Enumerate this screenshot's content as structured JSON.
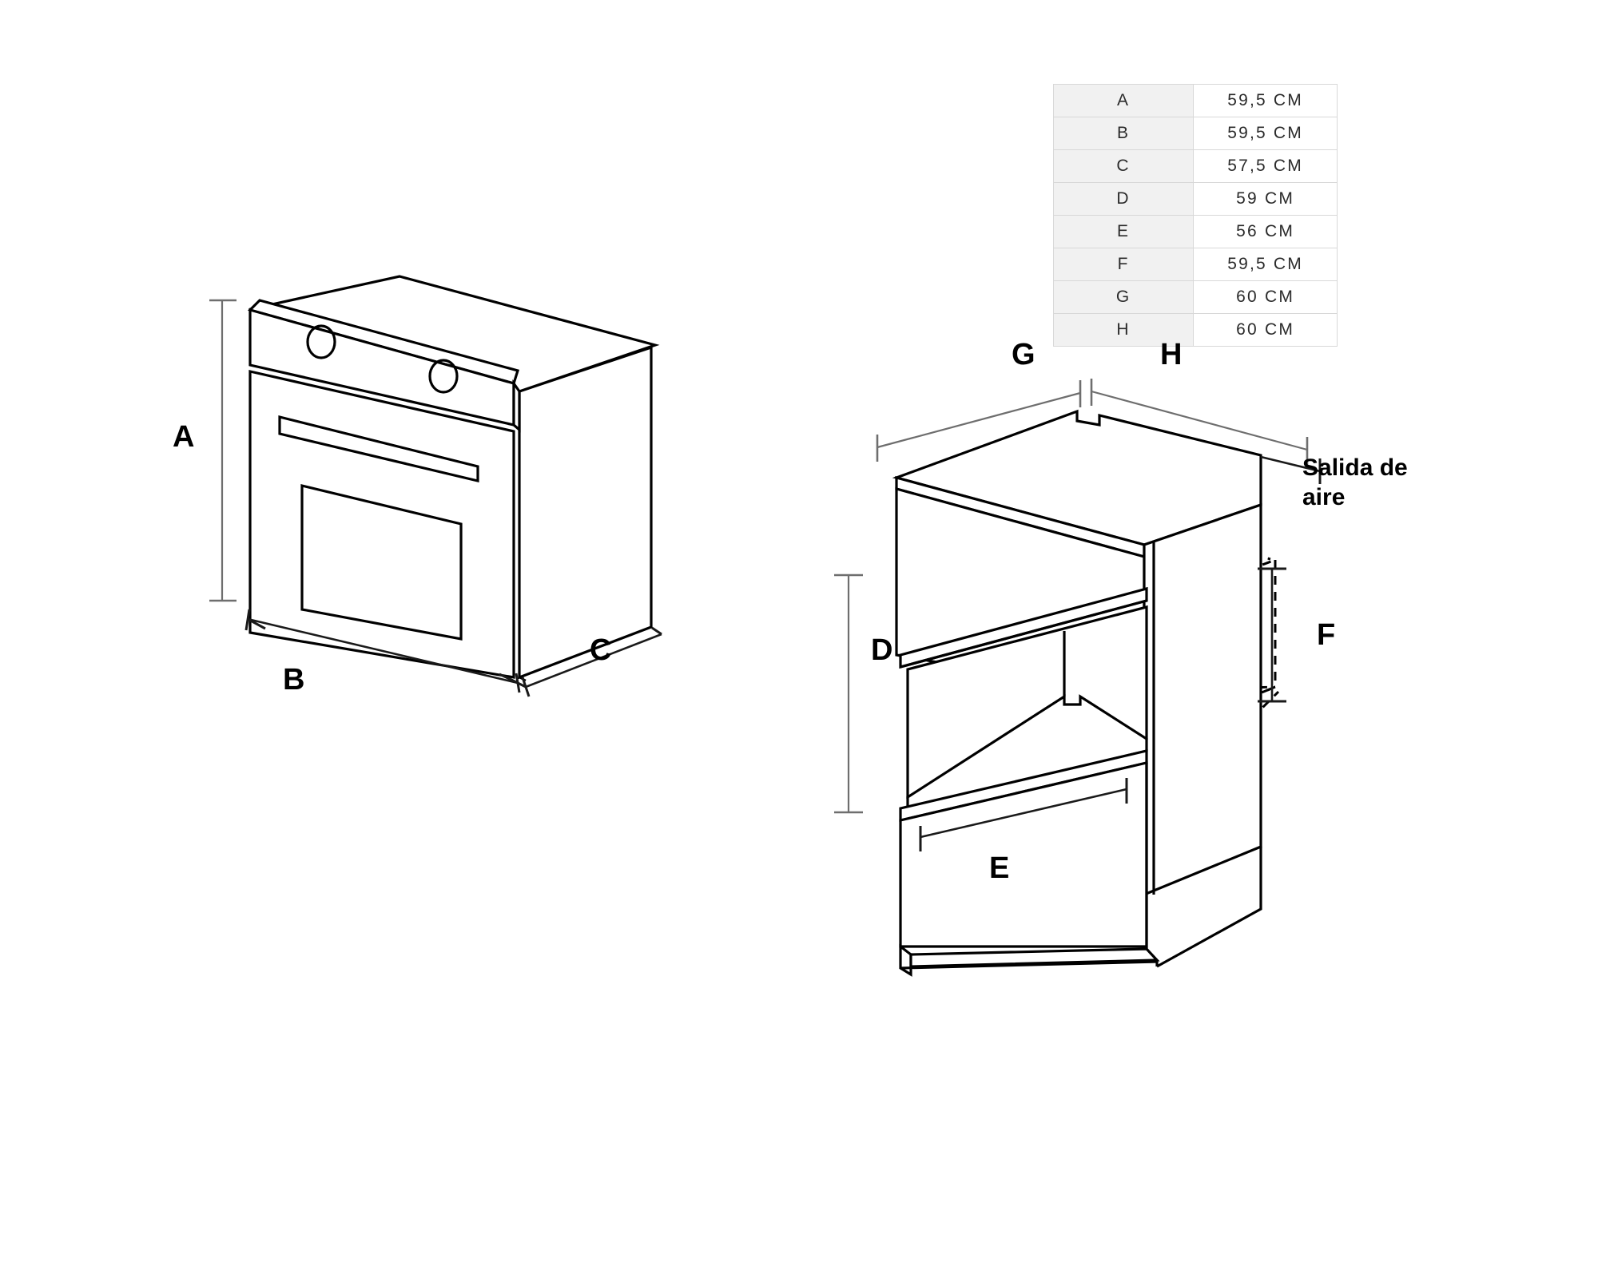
{
  "spec_table": {
    "rows": [
      {
        "key": "A",
        "value": "59,5 CM"
      },
      {
        "key": "B",
        "value": "59,5 CM"
      },
      {
        "key": "C",
        "value": "57,5 CM"
      },
      {
        "key": "D",
        "value": "59 CM"
      },
      {
        "key": "E",
        "value": "56 CM"
      },
      {
        "key": "F",
        "value": "59,5 CM"
      },
      {
        "key": "G",
        "value": "60 CM"
      },
      {
        "key": "H",
        "value": "60 CM"
      }
    ]
  },
  "oven_diagram": {
    "labels": {
      "a": "A",
      "b": "B",
      "c": "C"
    }
  },
  "cabinet_diagram": {
    "labels": {
      "d": "D",
      "e": "E",
      "f": "F",
      "g": "G",
      "h": "H"
    },
    "callout": "Salida de\naire",
    "callout_line1": "Salida de",
    "callout_line2": "aire"
  },
  "colors": {
    "line": "#000000",
    "dimension_line": "#6e6e6e",
    "table_key_bg": "#f1f1f1",
    "table_border": "#d8d8d8",
    "text": "#2b2b2b",
    "background": "#ffffff"
  }
}
